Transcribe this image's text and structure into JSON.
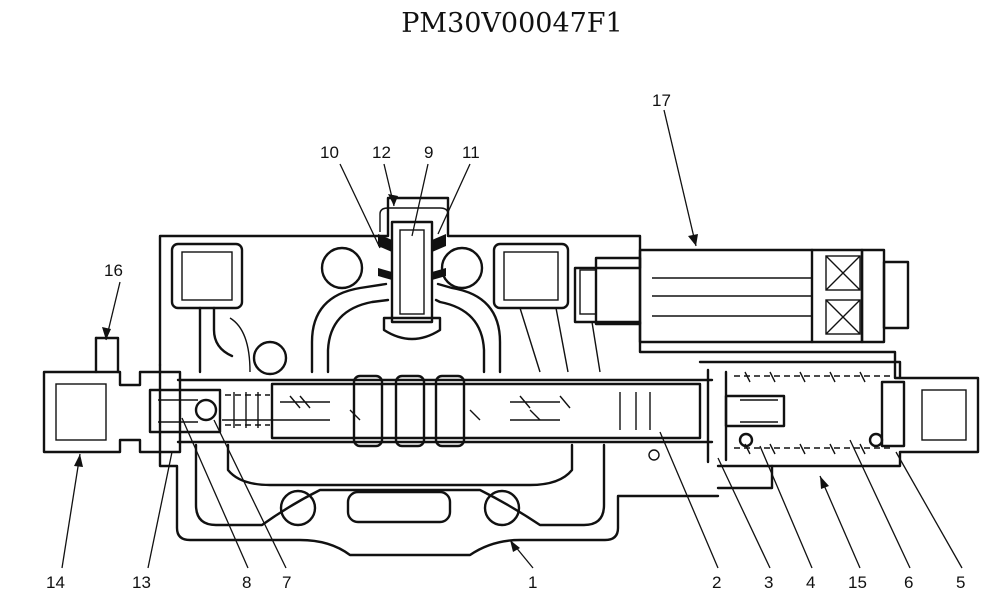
{
  "figure_code": "PM30V00047F1",
  "labels": {
    "l1": "1",
    "l2": "2",
    "l3": "3",
    "l4": "4",
    "l5": "5",
    "l6": "6",
    "l7": "7",
    "l8": "8",
    "l9": "9",
    "l10": "10",
    "l11": "11",
    "l12": "12",
    "l13": "13",
    "l14": "14",
    "l15": "15",
    "l16": "16",
    "l17": "17"
  }
}
